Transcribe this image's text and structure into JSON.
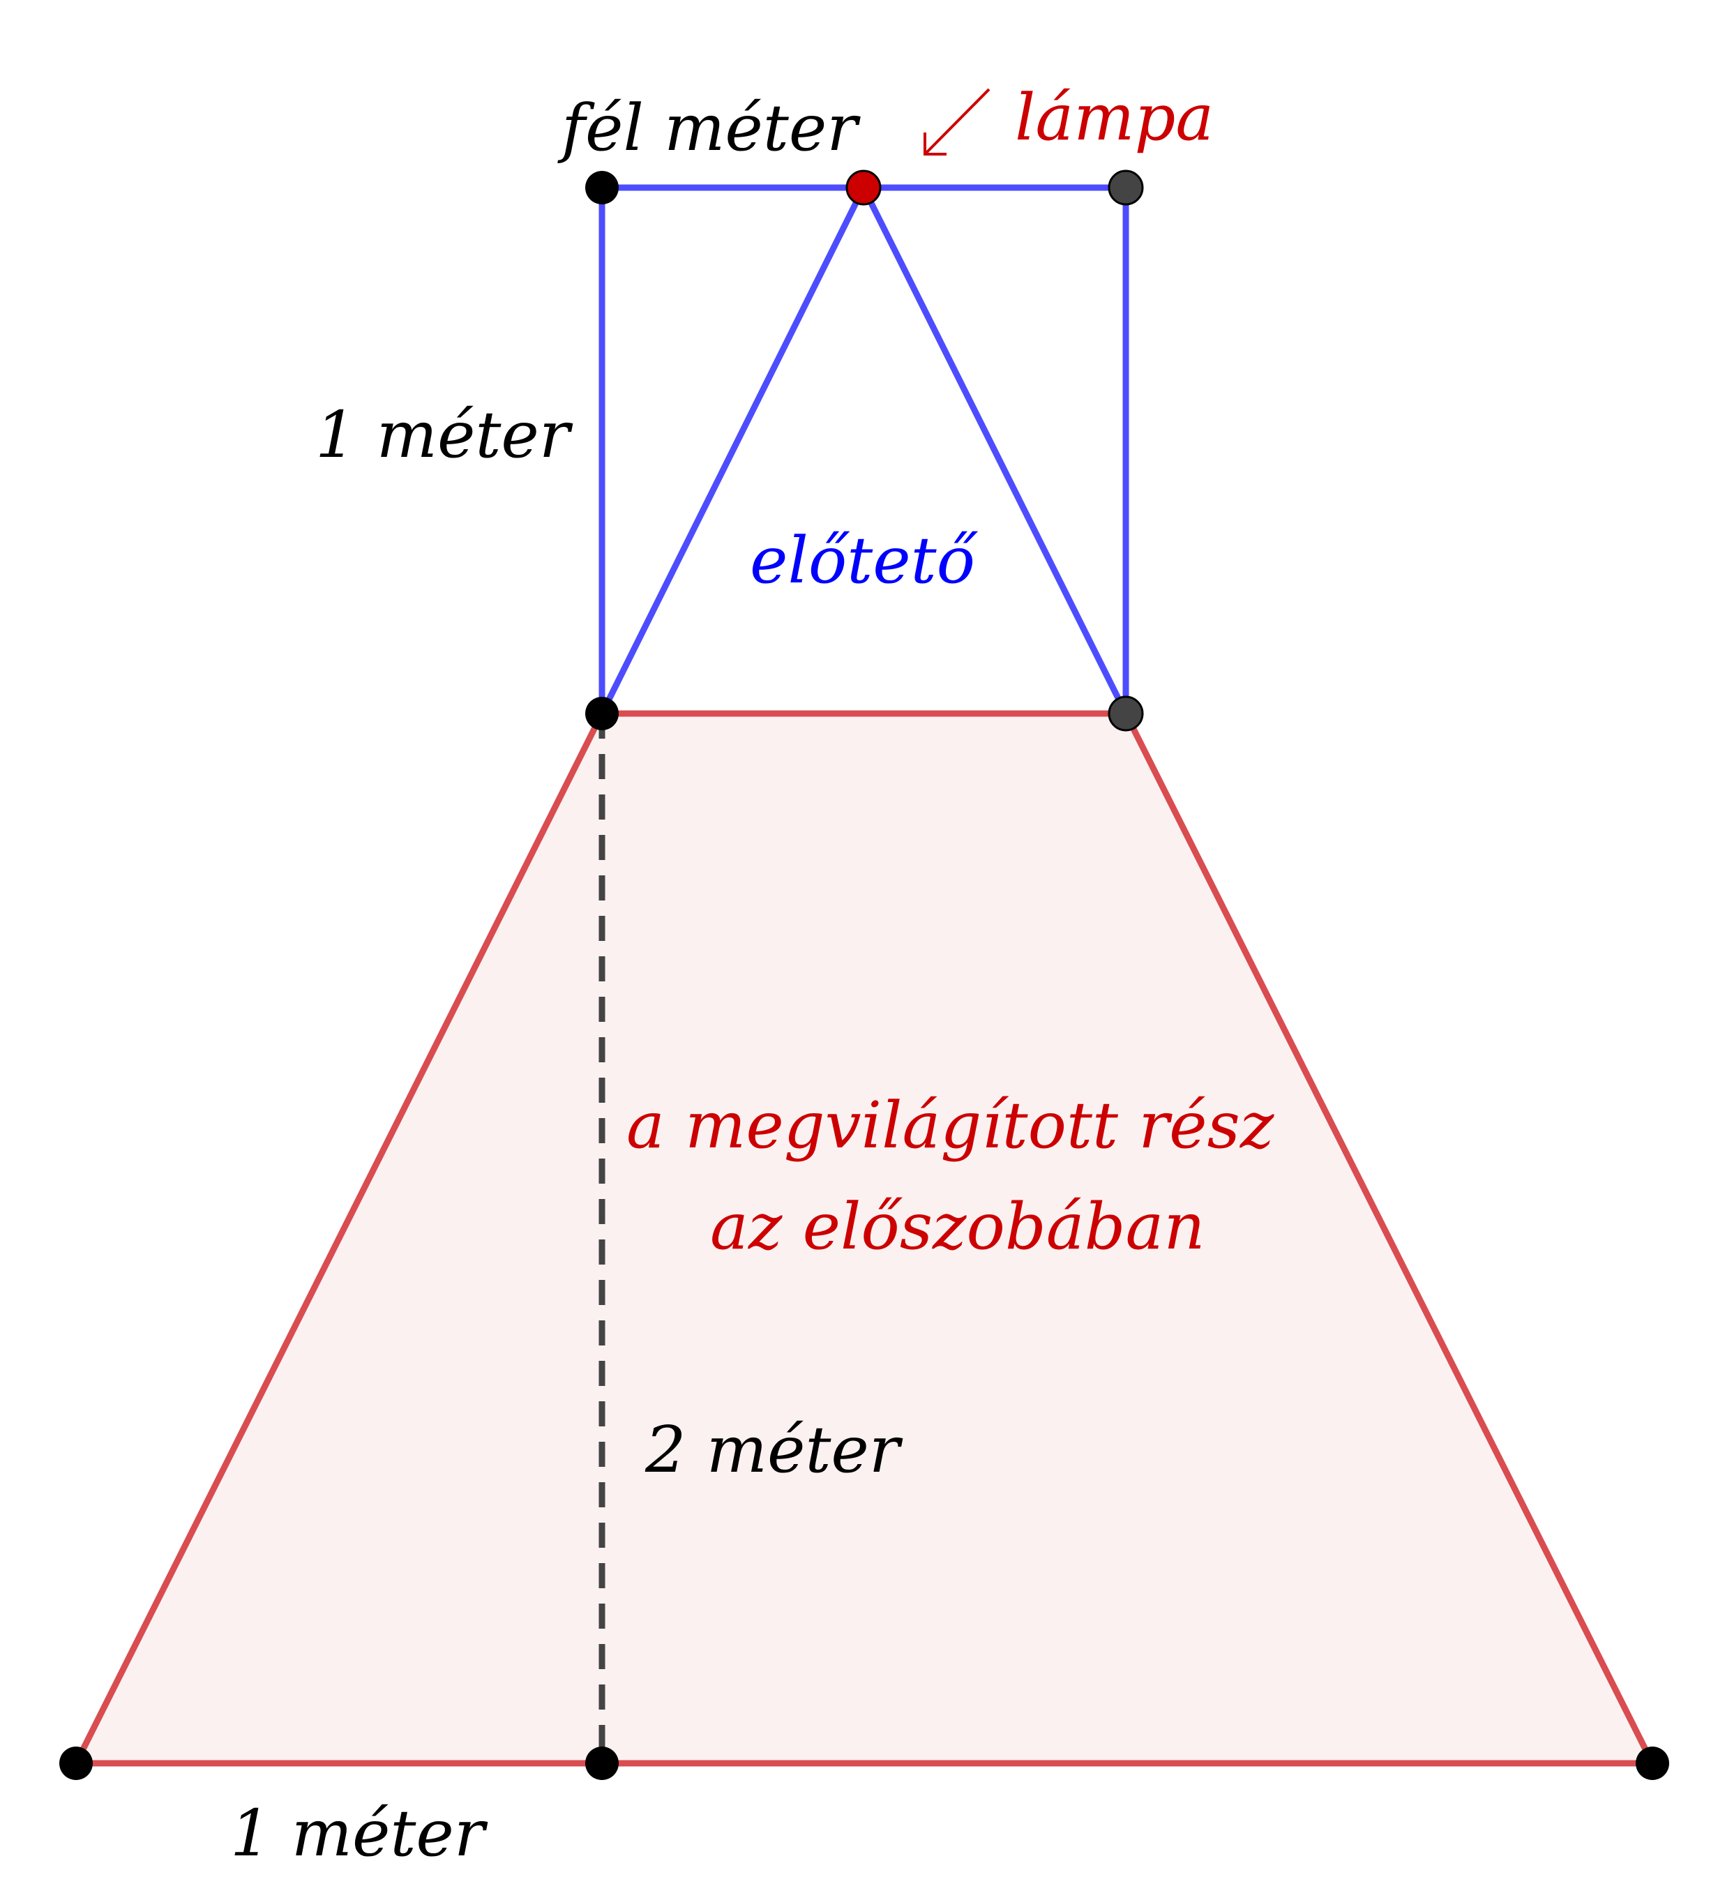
{
  "labels": {
    "top_width": "fél méter",
    "lamp": "lámpa",
    "lamp_arrow": "↙",
    "height_top": "1 méter",
    "canopy": "előtető",
    "lit_area_line1": "a megvilágított rész",
    "lit_area_line2": "az előszobában",
    "height_bottom": "2 méter",
    "bottom_width": "1 méter"
  },
  "colors": {
    "canopy": "#4d4dff",
    "lit_area_stroke": "#d94c50",
    "lit_area_fill": "#fbf1f1",
    "lamp_point": "#cc0000",
    "red_text": "#cc0000",
    "blue_text": "#0000ff",
    "dashed": "#444444"
  }
}
